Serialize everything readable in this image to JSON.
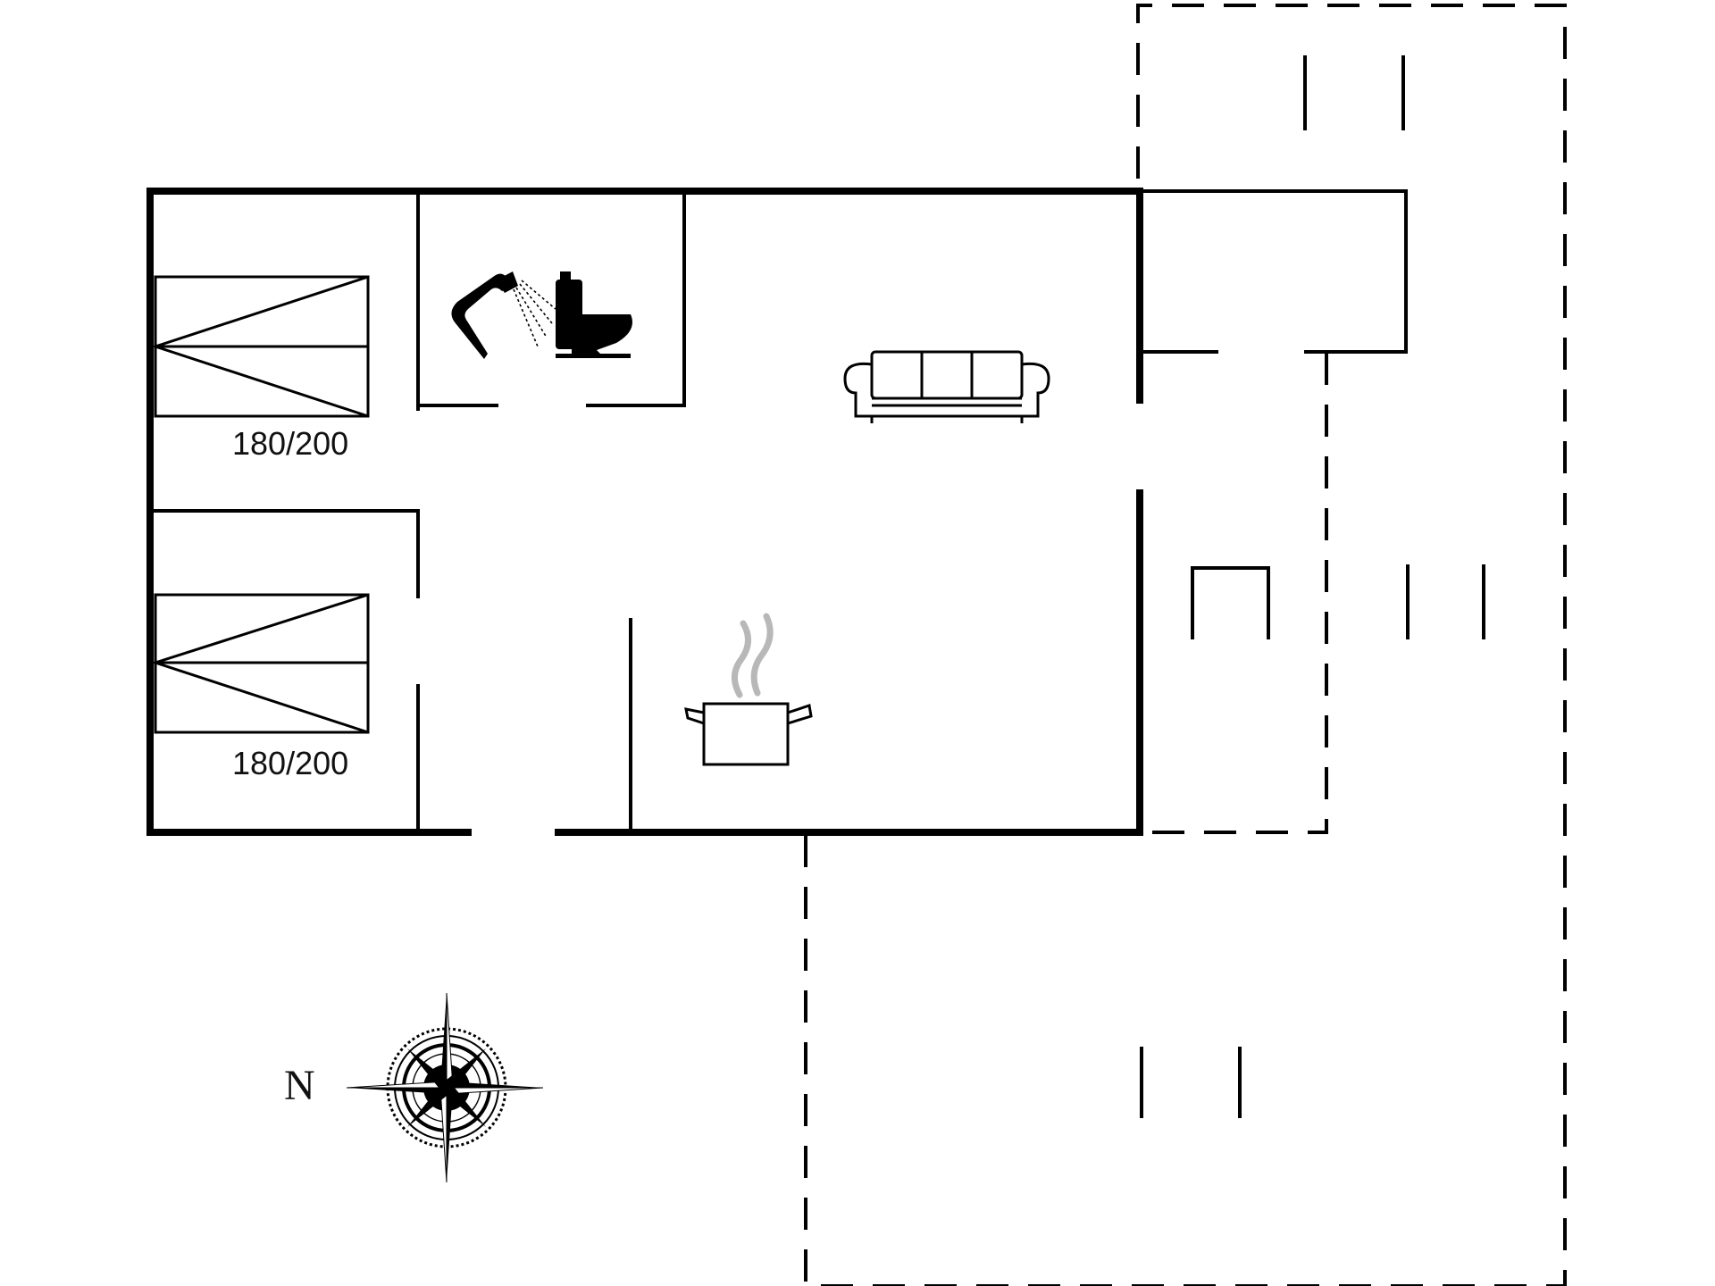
{
  "floor_plan": {
    "bedrooms": [
      {
        "bed_size_label": "180/200",
        "bed_icon": "double-bed-icon"
      },
      {
        "bed_size_label": "180/200",
        "bed_icon": "double-bed-icon"
      }
    ],
    "bathroom_icons": [
      "shower-icon",
      "toilet-icon"
    ],
    "living_room_icon": "sofa-icon",
    "kitchen_icon": "cooking-pot-icon",
    "compass": {
      "north_label": "N",
      "icon": "compass-rose-icon"
    }
  }
}
